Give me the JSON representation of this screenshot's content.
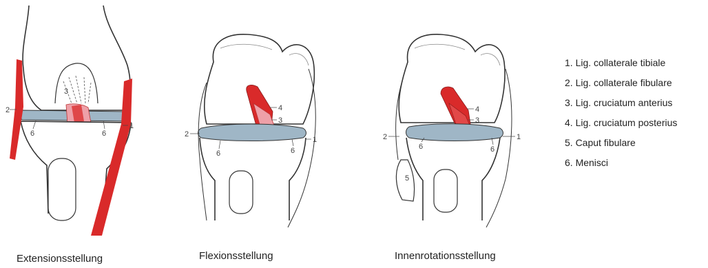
{
  "captions": [
    "Extensionsstellung",
    "Flexionsstellung",
    "Innenrotationsstellung"
  ],
  "legend": [
    "1. Lig. collaterale tibiale",
    "2. Lig. collaterale fibulare",
    "3. Lig. cruciatum anterius",
    "4. Lig. cruciatum posterius",
    "5. Caput fibulare",
    "6. Menisci"
  ],
  "markers": {
    "n1": "1",
    "n2": "2",
    "n3": "3",
    "n4": "4",
    "n5": "5",
    "n6": "6"
  },
  "colors": {
    "ligament_red": "#d92a2a",
    "ligament_pink": "#eea0a8",
    "meniscus_blue": "#9fb6c6",
    "outline": "#333333"
  }
}
